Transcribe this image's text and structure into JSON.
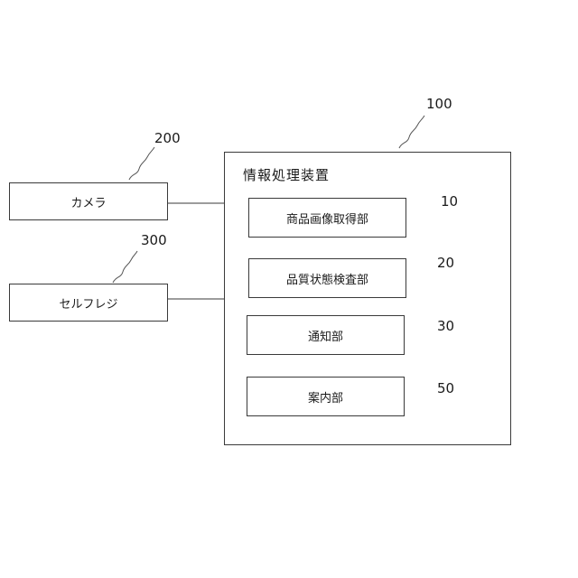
{
  "diagram": {
    "external": {
      "camera": {
        "label": "カメラ",
        "ref": "200"
      },
      "self_register": {
        "label": "セルフレジ",
        "ref": "300"
      }
    },
    "device": {
      "title": "情報処理装置",
      "ref": "100",
      "units": [
        {
          "label": "商品画像取得部",
          "ref": "10"
        },
        {
          "label": "品質状態検査部",
          "ref": "20"
        },
        {
          "label": "通知部",
          "ref": "30"
        },
        {
          "label": "案内部",
          "ref": "50"
        }
      ]
    }
  }
}
